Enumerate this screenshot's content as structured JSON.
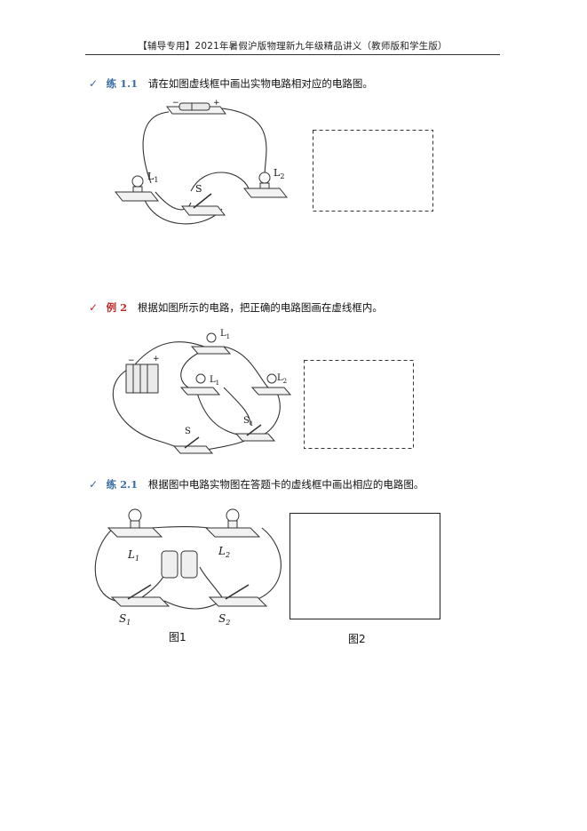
{
  "header": {
    "title": "【辅导专用】2021年暑假沪版物理新九年级精品讲义（教师版和学生版）"
  },
  "problems": [
    {
      "check": "✓",
      "tag": "练 1.1",
      "text": "请在如图虚线框中画出实物电路相对应的电路图。"
    },
    {
      "check": "✓",
      "tag": "例 2",
      "text": "根据如图所示的电路，把正确的电路图画在虚线框内。"
    },
    {
      "check": "✓",
      "tag": "练 2.1",
      "text": "根据图中电路实物图在答题卡的虚线框中画出相应的电路图。"
    }
  ],
  "circuit1": {
    "lamp1": "L",
    "lamp1_sub": "1",
    "lamp2": "L",
    "lamp2_sub": "2",
    "switch": "S",
    "battery_minus": "−",
    "battery_plus": "+"
  },
  "circuit2": {
    "lampA": "L",
    "lampA_sub": "1",
    "lampB": "L",
    "lampB_sub": "1",
    "lampC": "L",
    "lampC_sub": "2",
    "switchS": "S",
    "switchS1": "S",
    "switchS1_sub": "1",
    "battery_minus": "−",
    "battery_plus": "+"
  },
  "circuit3": {
    "lamp1": "L",
    "lamp1_sub": "1",
    "lamp2": "L",
    "lamp2_sub": "2",
    "switch1": "S",
    "switch1_sub": "1",
    "switch2": "S",
    "switch2_sub": "2",
    "fig1": "图1",
    "fig2": "图2"
  },
  "colors": {
    "accent_blue": "#3a6ea5",
    "accent_red": "#c0292b"
  }
}
